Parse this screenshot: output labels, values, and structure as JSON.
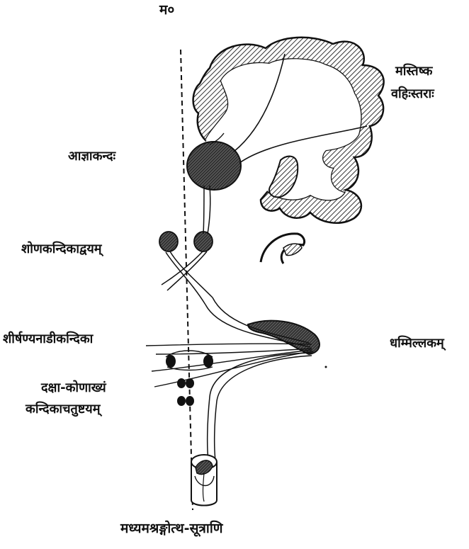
{
  "top_label": "म०",
  "labels": {
    "cortex_line1": "मस्तिष्क",
    "cortex_line2": "वहिःस्तराः",
    "thalamus": "आज्ञाकन्दः",
    "red_nuclei": "शोणकन्दिकाद्वयम्",
    "roof_nuclei": "शीर्षण्यनाडीकन्दिका",
    "cerebellum": "धम्मिल्लकम्",
    "angle_nuclei_line1": "दक्षा-कोणाख्यं",
    "angle_nuclei_line2": "कन्दिकाचतुष्टयम्",
    "spinal_cord": "मध्यमश्रङ्गोत्थ-सूत्राणि"
  },
  "colors": {
    "ink": "#111111",
    "hatch": "#333333"
  }
}
